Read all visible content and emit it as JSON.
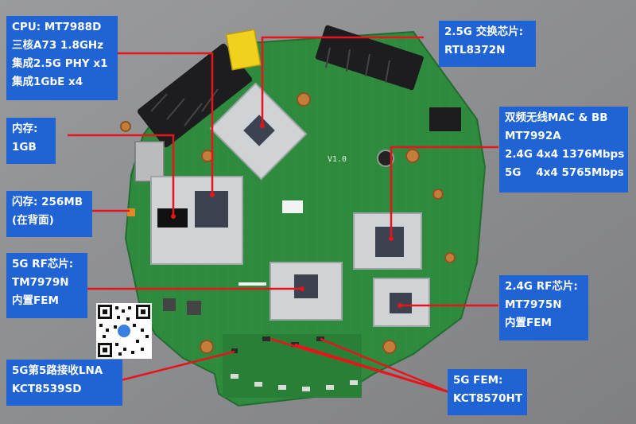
{
  "labels": {
    "cpu": [
      "CPU: MT7988D",
      "三核A73 1.8GHz",
      "集成2.5G PHY x1",
      "集成1GbE x4"
    ],
    "switch": [
      "2.5G 交换芯片:",
      "RTL8372N"
    ],
    "memory": [
      "内存:",
      "1GB"
    ],
    "wifi_mac": [
      "双频无线MAC & BB",
      "MT7992A",
      "2.4G 4x4 1376Mbps",
      "5G    4x4 5765Mbps"
    ],
    "flash": [
      "闪存: 256MB",
      "(在背面)"
    ],
    "rf5g": [
      "5G RF芯片:",
      "TM7979N",
      "内置FEM"
    ],
    "rf24g": [
      "2.4G RF芯片:",
      "MT7975N",
      "内置FEM"
    ],
    "lna": [
      "5G第5路接收LNA",
      "KCT8539SD"
    ],
    "fem": [
      "5G FEM:",
      "KCT8570HT"
    ]
  },
  "board_silk": "V1.0",
  "colors": {
    "label_bg": "#1f63d4",
    "pointer": "#e8141b",
    "pcb": "#2e8a3c",
    "background": "#8f9094"
  }
}
